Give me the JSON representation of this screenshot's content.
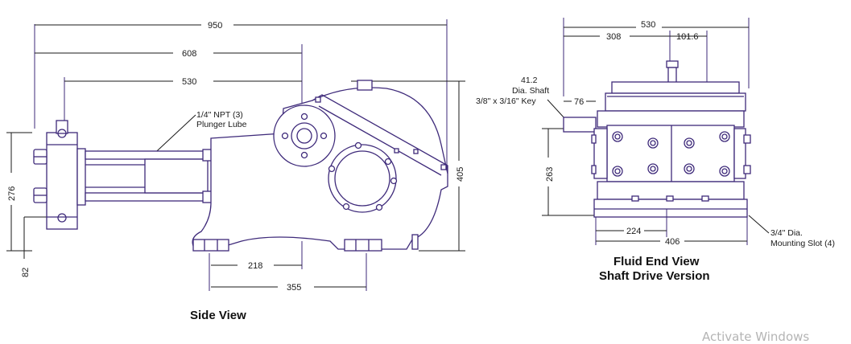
{
  "side_view": {
    "caption": "Side View",
    "dims": {
      "overall": "950",
      "d608": "608",
      "d530": "530",
      "d405": "405",
      "d276": "276",
      "d82": "82",
      "d218": "218",
      "d355": "355"
    },
    "note_line1": "1/4\" NPT (3)",
    "note_line2": "Plunger Lube"
  },
  "end_view": {
    "caption_line1": "Fluid End View",
    "caption_line2": "Shaft Drive Version",
    "dims": {
      "d530": "530",
      "d308": "308",
      "d101_6": "101.6",
      "d76": "76",
      "d263": "263",
      "d224": "224",
      "d406": "406"
    },
    "shaft_line1": "41.2",
    "shaft_line2": "Dia. Shaft",
    "shaft_line3": "3/8\" x 3/16\" Key",
    "slot_line1": "3/4\" Dia.",
    "slot_line2": "Mounting Slot (4)"
  },
  "watermark": "Activate Windows",
  "colors": {
    "outline": "#3e2a7a",
    "text": "#1a1a1a"
  }
}
